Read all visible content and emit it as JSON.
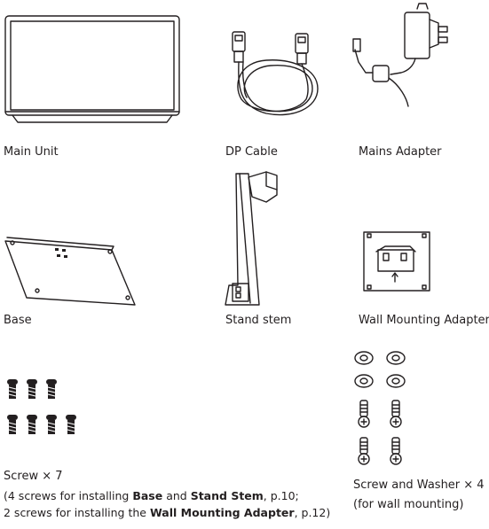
{
  "items": {
    "main_unit": {
      "label": "Main Unit"
    },
    "dp_cable": {
      "label": "DP Cable"
    },
    "mains_adapter": {
      "label": "Mains Adapter"
    },
    "base": {
      "label": "Base"
    },
    "stand_stem": {
      "label": "Stand stem"
    },
    "wall_adapter": {
      "label": "Wall Mounting Adapter"
    },
    "screw": {
      "label": "Screw × 7",
      "note1_a": "(4 screws for installing ",
      "note1_b": "Base",
      "note1_c": " and ",
      "note1_d": "Stand Stem",
      "note1_e": ", p.10;",
      "note2_a": "2 screws for installing the ",
      "note2_b": "Wall Mounting Adapter",
      "note2_c": ", p.12)"
    },
    "screw_washer": {
      "label": "Screw and Washer × 4",
      "note": "(for wall mounting)"
    }
  }
}
